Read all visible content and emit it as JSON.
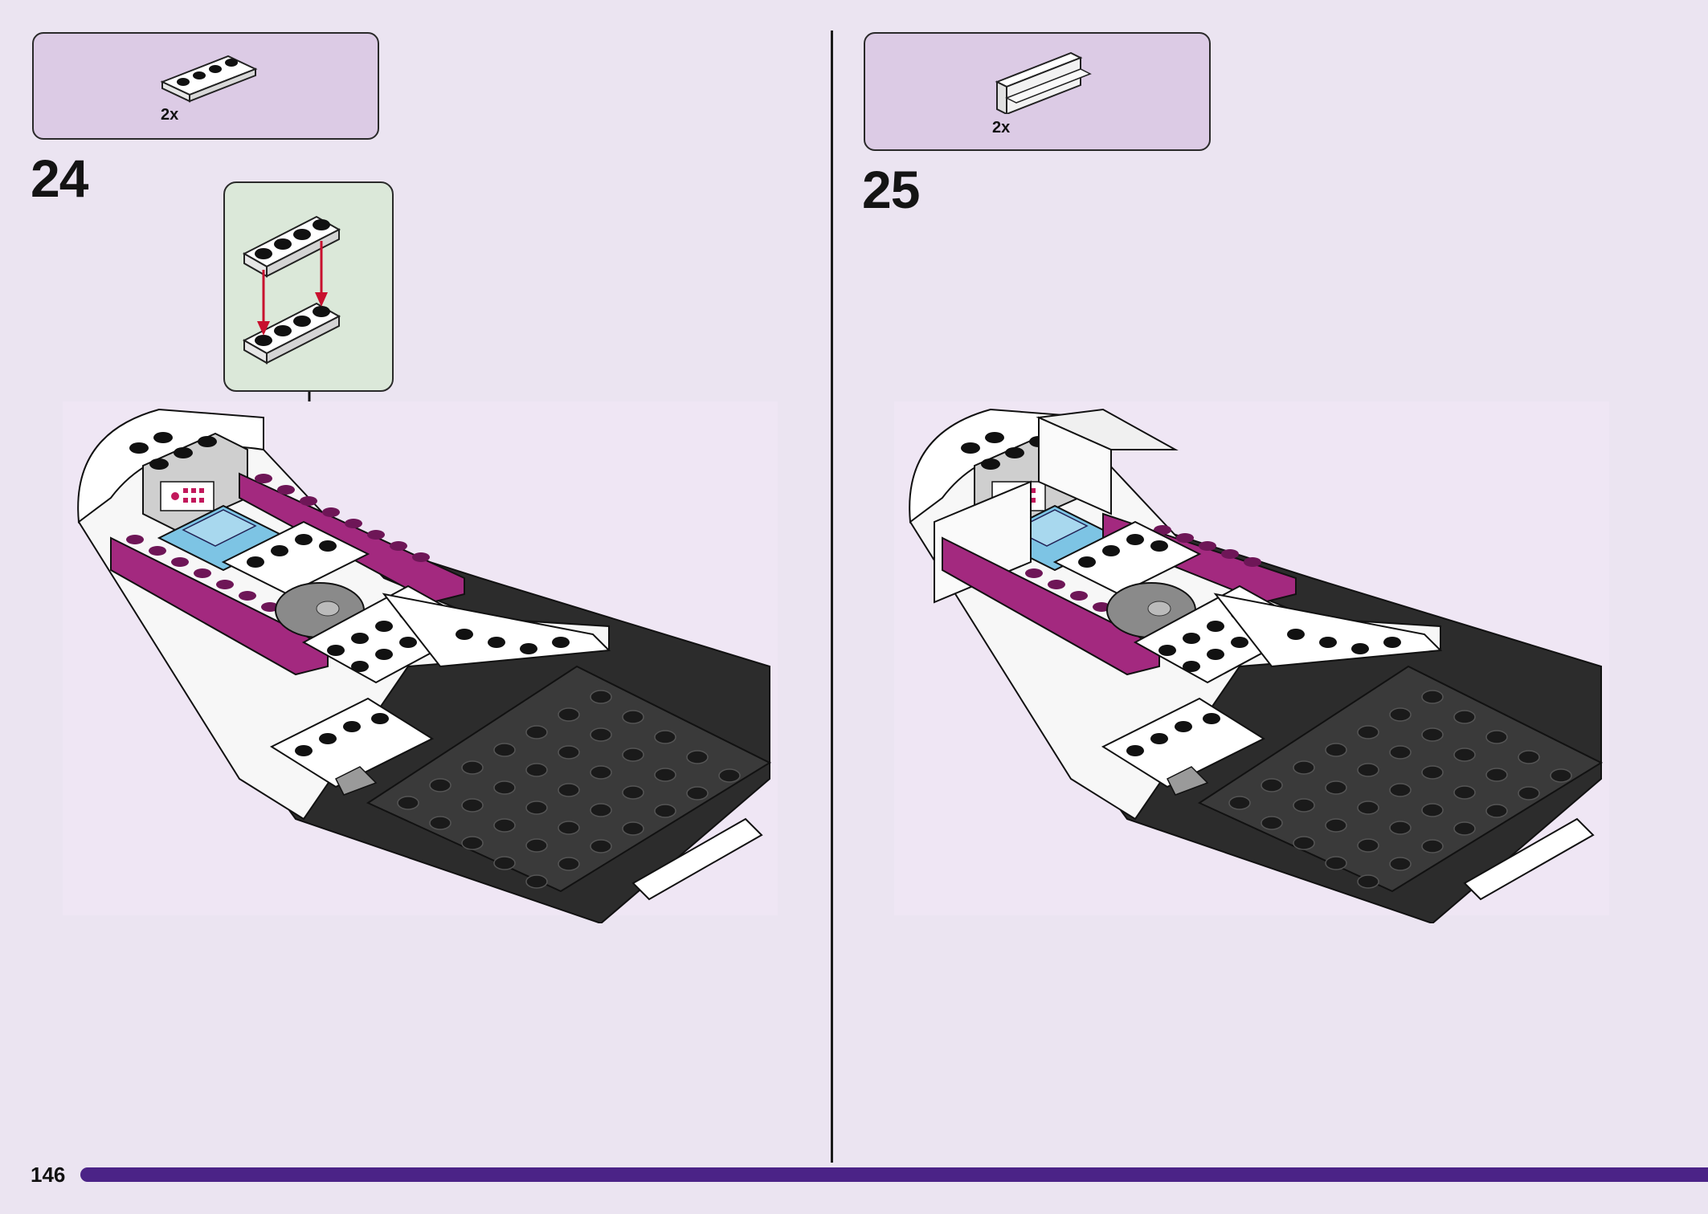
{
  "page": {
    "number": "146",
    "accent_color": "#4b2387"
  },
  "steps": [
    {
      "number": "24",
      "parts": [
        {
          "name": "plate-1x4-white-icon",
          "quantity": "2x"
        }
      ]
    },
    {
      "number": "25",
      "parts": [
        {
          "name": "panel-1x4-white-icon",
          "quantity": "2x"
        }
      ]
    }
  ]
}
